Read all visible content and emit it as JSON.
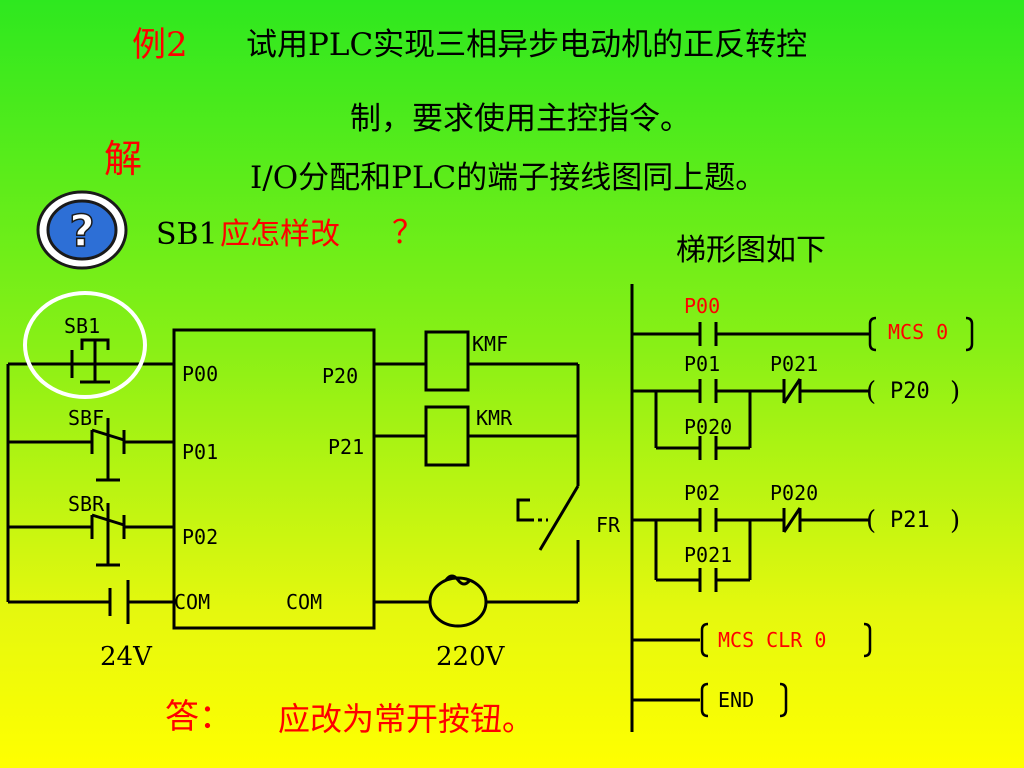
{
  "title": {
    "example": "例2",
    "line1": "试用PLC实现三相异步电动机的正反转控",
    "line2": "制，要求使用主控指令。",
    "line3": "I/O分配和PLC的端子接线图同上题。"
  },
  "solution_label": "解",
  "question": {
    "prefix": "SB1",
    "text": "应怎样改",
    "mark": "？"
  },
  "ladder_caption": "梯形图如下",
  "answer": {
    "label": "答：",
    "text": "应改为常开按钮。"
  },
  "wiring": {
    "buttons": [
      "SB1",
      "SBF",
      "SBR"
    ],
    "inputs": [
      "P00",
      "P01",
      "P02"
    ],
    "outputs": [
      "P20",
      "P21"
    ],
    "com_left": "COM",
    "com_right": "COM",
    "coils": [
      "KMF",
      "KMR"
    ],
    "fr": "FR",
    "voltage_dc": "24V",
    "voltage_ac": "220V"
  },
  "ladder": {
    "r1_contact": "P00",
    "r1_output": "MCS  0",
    "r2_contact_a": "P01",
    "r2_contact_b": "P021",
    "r2_parallel": "P020",
    "r2_output": "P20",
    "r3_contact_a": "P02",
    "r3_contact_b": "P020",
    "r3_parallel": "P021",
    "r3_output": "P21",
    "r4_output": "MCS CLR 0",
    "r5_output": "END"
  },
  "colors": {
    "accent_red": "#ff0000",
    "help_icon_blue": "#2d6fd6"
  }
}
